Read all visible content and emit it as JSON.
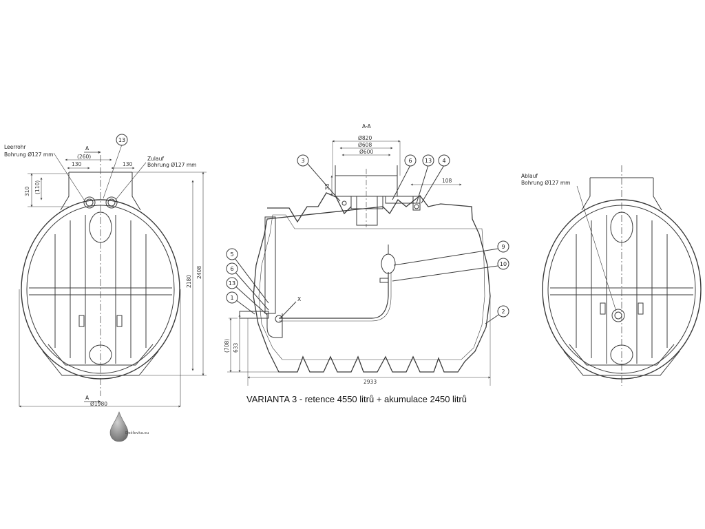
{
  "section_title": "A-A",
  "section_marker": "A",
  "title": "VARIANTA 3 - retence 4550 litrů + akumulace 2450 litrů",
  "logo_text": "Dešťovka.eu",
  "left_view": {
    "inlet_empty_label": [
      "Leerrohr",
      "Bohrung Ø127 mm"
    ],
    "inlet_feed_label": [
      "Zulauf",
      "Bohrung Ø127 mm"
    ],
    "dims": {
      "d260": "(260)",
      "d130a": "130",
      "d130b": "130",
      "d310": "310",
      "d110": "(110)",
      "d2180": "2180",
      "d2408": "2408",
      "d1980": "Ø1980"
    },
    "bubble": "13"
  },
  "center_view": {
    "dims": {
      "d820": "Ø820",
      "d608": "Ø608",
      "d600": "Ø600",
      "d33": "33",
      "d108": "108",
      "d708": "(708)",
      "d633": "633",
      "d2933": "2933",
      "x": "X"
    },
    "bubbles": [
      {
        "id": "b3",
        "label": "3"
      },
      {
        "id": "b6top",
        "label": "6"
      },
      {
        "id": "b13top",
        "label": "13"
      },
      {
        "id": "b4",
        "label": "4"
      },
      {
        "id": "b9",
        "label": "9"
      },
      {
        "id": "b10",
        "label": "10"
      },
      {
        "id": "b2",
        "label": "2"
      },
      {
        "id": "b5",
        "label": "5"
      },
      {
        "id": "b6left",
        "label": "6"
      },
      {
        "id": "b13left",
        "label": "13"
      },
      {
        "id": "b1",
        "label": "1"
      }
    ]
  },
  "right_view": {
    "outlet_label": [
      "Ablauf",
      "Bohrung Ø127 mm"
    ]
  },
  "colors": {
    "line": "#3a3a3a",
    "drop": "#8a8a8a"
  }
}
